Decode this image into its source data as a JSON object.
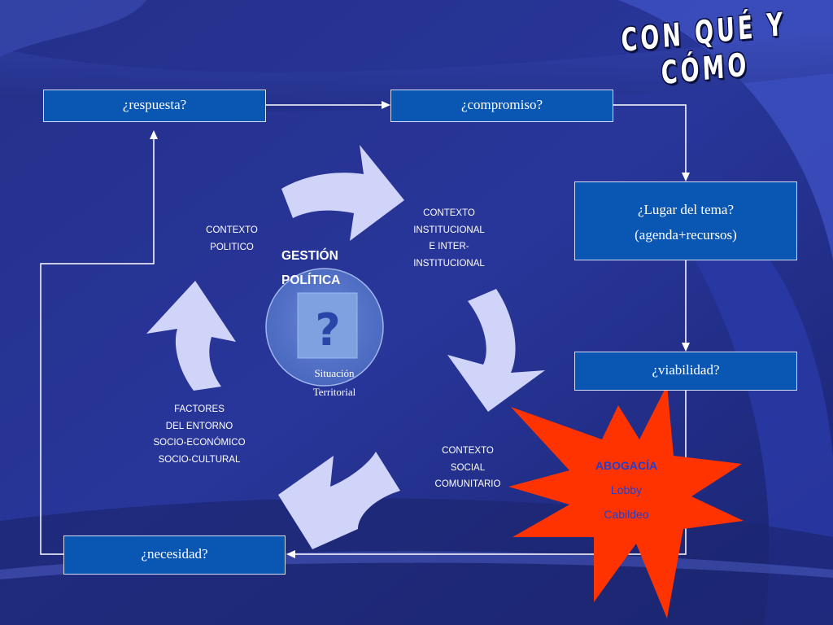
{
  "title": "CON QUÉ Y CÓMO",
  "boxes": {
    "respuesta": "¿respuesta?",
    "compromiso": "¿compromiso?",
    "lugar_line1": "¿Lugar del tema?",
    "lugar_line2": "(agenda+recursos)",
    "viabilidad": "¿viabilidad?",
    "necesidad": "¿necesidad?"
  },
  "contexts": {
    "politico": [
      "CONTEXTO",
      "POLITICO"
    ],
    "institucional": [
      "CONTEXTO",
      "INSTITUCIONAL",
      "E INTER-",
      "INSTITUCIONAL"
    ],
    "social": [
      "CONTEXTO",
      "SOCIAL",
      "COMUNITARIO"
    ],
    "factores": [
      "FACTORES",
      "DEL ENTORNO",
      "SOCIO-ECONÓMICO",
      "SOCIO-CULTURAL"
    ]
  },
  "center": {
    "gestion": [
      "GESTIÓN",
      "POLÍTICA"
    ],
    "question_mark": "?",
    "situacion": [
      "Situación",
      "Territorial"
    ]
  },
  "starburst": {
    "lines": [
      "ABOGACÍA",
      "Lobby",
      "Cabildeo"
    ],
    "text_color": "#2040d0",
    "fill_color": "#ff3300"
  },
  "colors": {
    "box_fill": "#0a56b3",
    "arrow_fill": "#d0d4f8",
    "connector": "#ffffff",
    "background": "#1e2a78"
  }
}
